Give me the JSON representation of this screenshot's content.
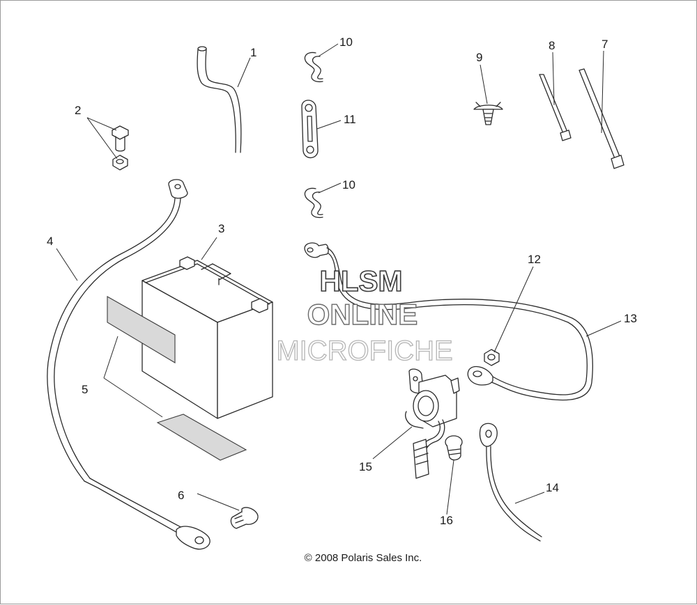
{
  "diagram": {
    "callouts": [
      {
        "id": "c1",
        "label": "1"
      },
      {
        "id": "c2",
        "label": "2"
      },
      {
        "id": "c3",
        "label": "3"
      },
      {
        "id": "c4",
        "label": "4"
      },
      {
        "id": "c5",
        "label": "5"
      },
      {
        "id": "c6",
        "label": "6"
      },
      {
        "id": "c7",
        "label": "7"
      },
      {
        "id": "c8",
        "label": "8"
      },
      {
        "id": "c9",
        "label": "9"
      },
      {
        "id": "c10a",
        "label": "10"
      },
      {
        "id": "c10b",
        "label": "10"
      },
      {
        "id": "c11",
        "label": "11"
      },
      {
        "id": "c12",
        "label": "12"
      },
      {
        "id": "c13",
        "label": "13"
      },
      {
        "id": "c14",
        "label": "14"
      },
      {
        "id": "c15",
        "label": "15"
      },
      {
        "id": "c16",
        "label": "16"
      }
    ]
  },
  "watermark": {
    "line1": "HLSM",
    "line2": "ONLINE",
    "line3": "MICROFICHE"
  },
  "footer": {
    "copyright": "© 2008 Polaris Sales Inc."
  }
}
